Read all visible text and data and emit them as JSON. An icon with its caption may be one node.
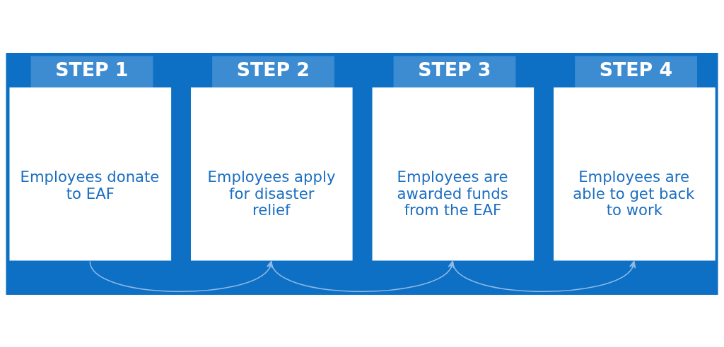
{
  "diagram": {
    "nodes": [
      {
        "text": [
          "STEP 1",
          "Employees donate to EAF"
        ]
      },
      {
        "text": [
          "STEP 2",
          "Employees apply for disaster relief"
        ]
      },
      {
        "text": [
          "STEP 3",
          "Employees are awarded funds from the EAF"
        ]
      },
      {
        "text": [
          "STEP 4",
          "Employees are able to get back to work"
        ]
      }
    ],
    "edges": [
      {
        "from": 0,
        "to": 1,
        "arrow": "to"
      },
      {
        "from": 1,
        "to": 2,
        "arrow": "to"
      },
      {
        "from": 2,
        "to": 3,
        "arrow": "to"
      }
    ]
  }
}
